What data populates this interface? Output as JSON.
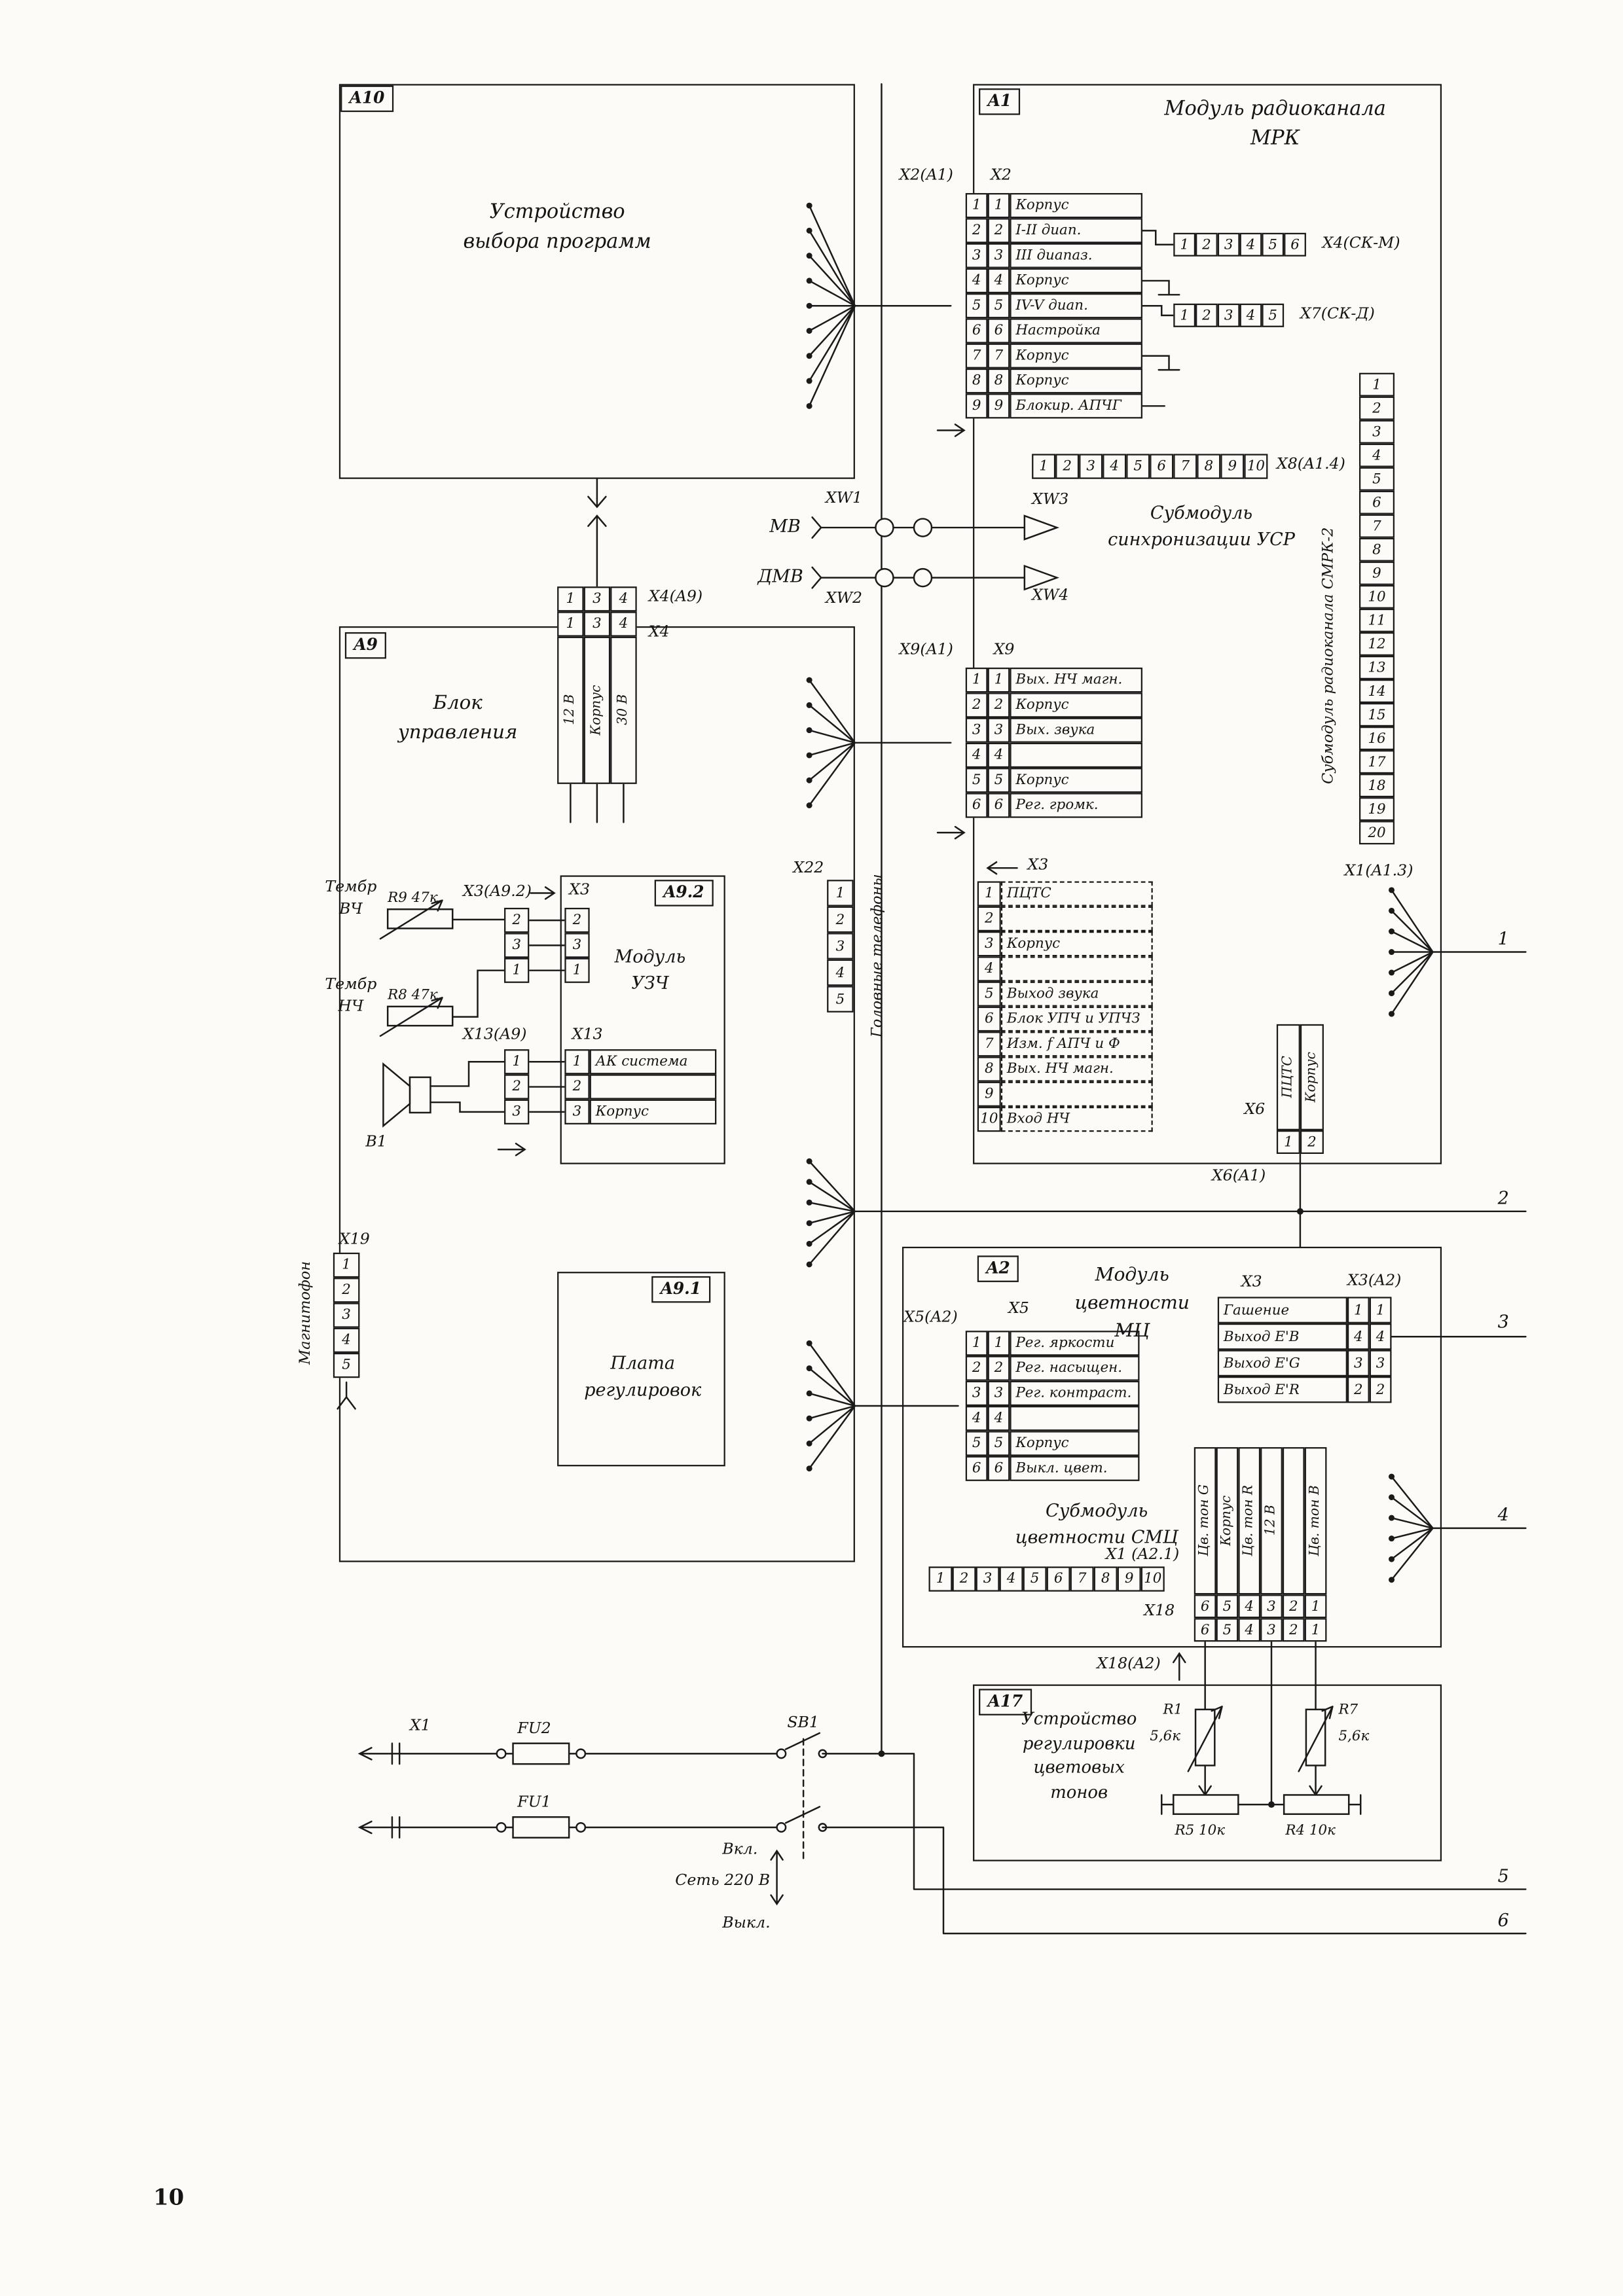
{
  "page_number": "10",
  "out": {
    "n1": "1",
    "n2": "2",
    "n3": "3",
    "n4": "4",
    "n5": "5",
    "n6": "6"
  },
  "a10": {
    "tag": "A10",
    "t1": "Устройство",
    "t2": "выбора программ"
  },
  "a1": {
    "tag": "A1",
    "t1": "Модуль радиоканала",
    "t2": "МРК"
  },
  "a9": {
    "tag": "A9",
    "t1": "Блок",
    "t2": "управления"
  },
  "a92": {
    "tag": "A9.2",
    "t1": "Модуль",
    "t2": "УЗЧ"
  },
  "a91": {
    "tag": "A9.1",
    "t1": "Плата",
    "t2": "регулировок"
  },
  "a2": {
    "tag": "A2",
    "t1": "Модуль",
    "t2": "цветности",
    "t3": "МЦ"
  },
  "a17": {
    "tag": "A17",
    "t1": "Устройство",
    "t2": "регулировки",
    "t3": "цветовых",
    "t4": "тонов"
  },
  "usr": {
    "t1": "Субмодуль",
    "t2": "синхронизации УСР"
  },
  "smc": {
    "t1": "Субмодуль",
    "t2": "цветности СМЦ"
  },
  "smrk": {
    "label": "Субмодуль радиоканала СМРК-2",
    "pins": [
      "1",
      "2",
      "3",
      "4",
      "5",
      "6",
      "7",
      "8",
      "9",
      "10",
      "11",
      "12",
      "13",
      "14",
      "15",
      "16",
      "17",
      "18",
      "19",
      "20"
    ]
  },
  "x2": {
    "l1": "X2(A1)",
    "l2": "X2",
    "rows": [
      {
        "p": "1",
        "l": "Корпус"
      },
      {
        "p": "2",
        "l": "I-II диап."
      },
      {
        "p": "3",
        "l": "III диапаз."
      },
      {
        "p": "4",
        "l": "Корпус"
      },
      {
        "p": "5",
        "l": "IV-V диап."
      },
      {
        "p": "6",
        "l": "Настройка"
      },
      {
        "p": "7",
        "l": "Корпус"
      },
      {
        "p": "8",
        "l": "Корпус"
      },
      {
        "p": "9",
        "l": "Блокир. АПЧГ"
      }
    ]
  },
  "x4skm": {
    "label": "X4(СК-М)",
    "pins": [
      "1",
      "2",
      "3",
      "4",
      "5",
      "6"
    ]
  },
  "x7skd": {
    "label": "X7(СК-Д)",
    "pins": [
      "1",
      "2",
      "3",
      "4",
      "5"
    ]
  },
  "x8": {
    "label": "X8(A1.4)",
    "pins": [
      "1",
      "2",
      "3",
      "4",
      "5",
      "6",
      "7",
      "8",
      "9",
      "10"
    ]
  },
  "xw": {
    "mv": "МВ",
    "dmv": "ДМВ",
    "w1": "XW1",
    "w2": "XW2",
    "w3": "XW3",
    "w4": "XW4"
  },
  "x9": {
    "l1": "X9(A1)",
    "l2": "X9",
    "rows": [
      {
        "p": "1",
        "l": "Вых. НЧ магн."
      },
      {
        "p": "2",
        "l": "Корпус"
      },
      {
        "p": "3",
        "l": "Вых. звука"
      },
      {
        "p": "4",
        "l": ""
      },
      {
        "p": "5",
        "l": "Корпус"
      },
      {
        "p": "6",
        "l": "Рег. громк."
      }
    ]
  },
  "x3a1": {
    "label": "X3",
    "rows": [
      {
        "p": "1",
        "l": "ПЦТС"
      },
      {
        "p": "2",
        "l": ""
      },
      {
        "p": "3",
        "l": "Корпус"
      },
      {
        "p": "4",
        "l": ""
      },
      {
        "p": "5",
        "l": "Выход звука"
      },
      {
        "p": "6",
        "l": "Блок УПЧ и УПЧЗ"
      },
      {
        "p": "7",
        "l": "Изм. f АПЧ и Ф"
      },
      {
        "p": "8",
        "l": "Вых. НЧ магн."
      },
      {
        "p": "9",
        "l": ""
      },
      {
        "p": "10",
        "l": "Вход НЧ"
      }
    ]
  },
  "x1a13": {
    "label": "X1(A1.3)"
  },
  "x6": {
    "l1": "X6",
    "l2": "X6(A1)",
    "cols": [
      {
        "p": "1",
        "l": "ПЦТС"
      },
      {
        "p": "2",
        "l": "Корпус"
      }
    ]
  },
  "x4a9": {
    "l1": "X4(A9)",
    "l2": "X4",
    "pins": [
      "1",
      "3",
      "4"
    ],
    "cols": [
      "12 В",
      "Корпус",
      "30 В"
    ]
  },
  "x3a92": {
    "l1": "X3(A9.2)",
    "l2": "X3",
    "pins": [
      "2",
      "3",
      "1"
    ]
  },
  "tembr": {
    "vch1": "Тембр",
    "vch2": "ВЧ",
    "nch1": "Тембр",
    "nch2": "НЧ",
    "r9": "R9 47к",
    "r8": "R8 47к"
  },
  "x13": {
    "l1": "X13(A9)",
    "l2": "X13",
    "pins": [
      "1",
      "2",
      "3"
    ],
    "rows": [
      {
        "p": "1",
        "l": "АК система"
      },
      {
        "p": "2",
        "l": ""
      },
      {
        "p": "3",
        "l": "Корпус"
      }
    ]
  },
  "b1": {
    "label": "B1"
  },
  "x22": {
    "label": "X22",
    "pins": [
      "1",
      "2",
      "3",
      "4",
      "5"
    ]
  },
  "headphones": "Головные телефоны",
  "x19": {
    "label": "X19",
    "pins": [
      "1",
      "2",
      "3",
      "4",
      "5"
    ]
  },
  "tape": "Магнитофон",
  "x5": {
    "l1": "X5(A2)",
    "l2": "X5",
    "rows": [
      {
        "p": "1",
        "l": "Рег. яркости"
      },
      {
        "p": "2",
        "l": "Рег. насыщен."
      },
      {
        "p": "3",
        "l": "Рег. контраст."
      },
      {
        "p": "4",
        "l": ""
      },
      {
        "p": "5",
        "l": "Корпус"
      },
      {
        "p": "6",
        "l": "Выкл. цвет."
      }
    ]
  },
  "x1a21": {
    "label": "X1 (A2.1)",
    "pins": [
      "1",
      "2",
      "3",
      "4",
      "5",
      "6",
      "7",
      "8",
      "9",
      "10"
    ]
  },
  "x3a2": {
    "l1": "X3",
    "l2": "X3(A2)",
    "rows": [
      {
        "l": "Гашение",
        "p": "1"
      },
      {
        "l": "Выход Е'В",
        "p": "4"
      },
      {
        "l": "Выход Е'G",
        "p": "3"
      },
      {
        "l": "Выход Е'R",
        "p": "2"
      }
    ]
  },
  "x18": {
    "l1": "X18",
    "l2": "X18(A2)",
    "cols": [
      {
        "p": "6",
        "l": "Цв. тон G"
      },
      {
        "p": "5",
        "l": "Корпус"
      },
      {
        "p": "4",
        "l": "Цв. тон R"
      },
      {
        "p": "3",
        "l": "12 В"
      },
      {
        "p": "2",
        "l": ""
      },
      {
        "p": "1",
        "l": "Цв. тон В"
      }
    ]
  },
  "a17parts": {
    "r1": "R1",
    "r1v": "5,6к",
    "r7": "R7",
    "r7v": "5,6к",
    "r5": "R5 10к",
    "r4": "R4 10к"
  },
  "power": {
    "x1": "X1",
    "fu2": "FU2",
    "fu1": "FU1",
    "sb1": "SB1",
    "on": "Вкл.",
    "net": "Сеть 220 В",
    "off": "Выкл."
  }
}
